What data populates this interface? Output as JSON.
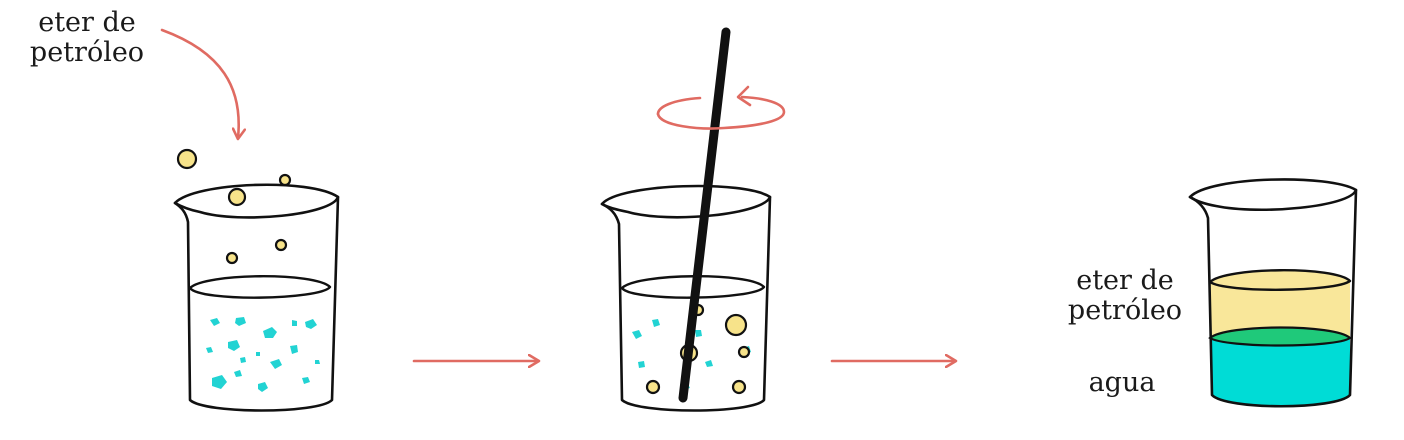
{
  "labels": {
    "solvent_top": [
      "eter de",
      "petróleo"
    ],
    "layer_top": [
      "eter de",
      "petróleo"
    ],
    "layer_bottom": "agua"
  },
  "colors": {
    "ink": "#111111",
    "arrow": "#e06b62",
    "water_particle": "#22d3d3",
    "ether_particle": "#f7e38a",
    "ether_layer": "#f9e79a",
    "water_layer": "#00dcd6",
    "interface": "#1fc97a"
  },
  "icons": {
    "beaker_1": "beaker-with-particles-icon",
    "beaker_2": "beaker-with-stirring-rod-icon",
    "beaker_3": "beaker-two-layers-icon",
    "stir": "circular-rotation-arrow-icon",
    "step": "right-arrow-icon"
  }
}
